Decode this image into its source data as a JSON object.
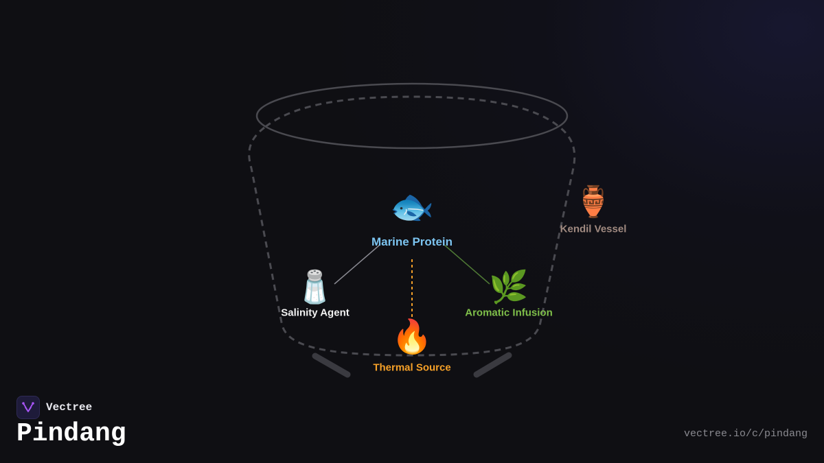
{
  "brand": {
    "name": "Vectree",
    "logo_color": "#a855f7"
  },
  "page": {
    "title": "Pindang",
    "url": "vectree.io/c/pindang"
  },
  "diagram": {
    "nodes": [
      {
        "id": "marine-protein",
        "icon": "fish-icon",
        "glyph": "🐟",
        "label": "Marine Protein",
        "color": "#7cc4f0"
      },
      {
        "id": "salinity-agent",
        "icon": "salt-shaker-icon",
        "glyph": "🧂",
        "label": "Salinity Agent",
        "color": "#f2f2f2"
      },
      {
        "id": "aromatic-infusion",
        "icon": "herb-icon",
        "glyph": "🌿",
        "label": "Aromatic Infusion",
        "color": "#7fbf4a"
      },
      {
        "id": "thermal-source",
        "icon": "fire-icon",
        "glyph": "🔥",
        "label": "Thermal Source",
        "color": "#f5a028"
      },
      {
        "id": "kendil-vessel",
        "icon": "amphora-icon",
        "glyph": "🏺",
        "label": "Kendil Vessel",
        "color": "#a08a80"
      }
    ],
    "edges": [
      {
        "from": "marine-protein",
        "to": "salinity-agent",
        "style": "solid",
        "color": "#8a8a92"
      },
      {
        "from": "marine-protein",
        "to": "aromatic-infusion",
        "style": "solid",
        "color": "#4f7a35"
      },
      {
        "from": "marine-protein",
        "to": "thermal-source",
        "style": "dashed",
        "color": "#f5a028"
      }
    ],
    "vessel_outline_color": "#4a4a50"
  }
}
